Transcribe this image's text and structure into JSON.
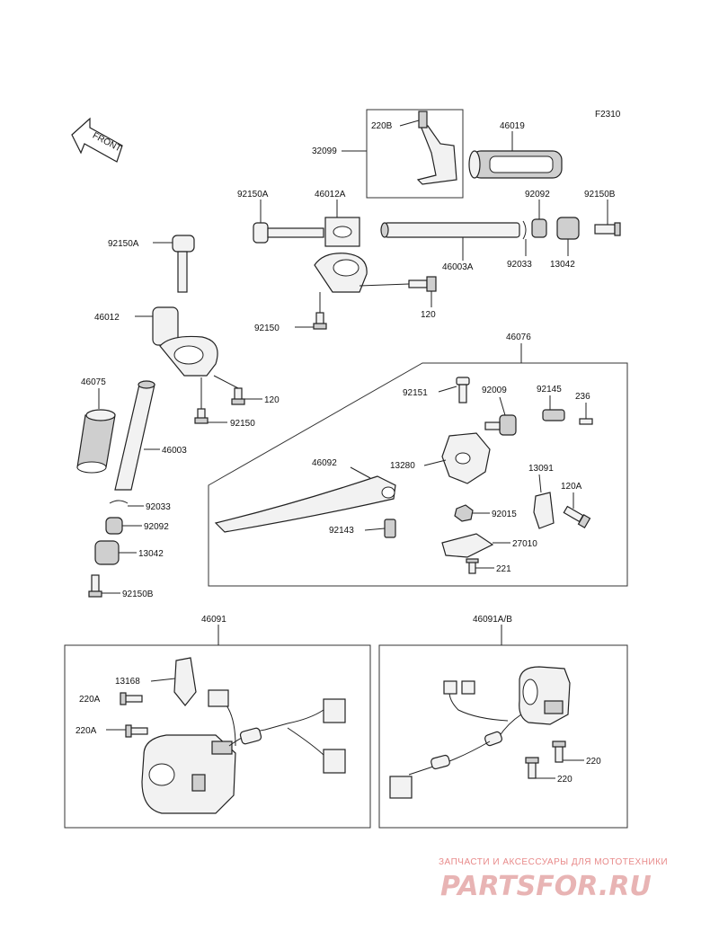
{
  "figure_code": "F2310",
  "front_label": "FRONT",
  "labels": {
    "p220B": "220B",
    "p32099": "32099",
    "p46019": "46019",
    "p92150A_top": "92150A",
    "p46012A": "46012A",
    "p92092_top": "92092",
    "p92150B_top": "92150B",
    "p92033_top": "92033",
    "p13042_top": "13042",
    "p46003A": "46003A",
    "p120_top": "120",
    "p92150_top": "92150",
    "p92150A_left": "92150A",
    "p46012": "46012",
    "p120_left": "120",
    "p92150_left": "92150",
    "p46075": "46075",
    "p46003": "46003",
    "p92033_left": "92033",
    "p92092_left": "92092",
    "p13042_left": "13042",
    "p92150B_left": "92150B",
    "p46076": "46076",
    "p92151": "92151",
    "p92009": "92009",
    "p92145": "92145",
    "p236": "236",
    "p46092": "46092",
    "p13280": "13280",
    "p13091": "13091",
    "p120A": "120A",
    "p92015": "92015",
    "p92143": "92143",
    "p27010": "27010",
    "p221": "221",
    "p46091": "46091",
    "p46091AB": "46091A/B",
    "p13168": "13168",
    "p220A_1": "220A",
    "p220A_2": "220A",
    "p220_1": "220",
    "p220_2": "220"
  },
  "watermark": {
    "tagline": "ЗАПЧАСТИ И АКСЕССУАРЫ ДЛЯ МОТОТЕХНИКИ",
    "logo": "PARTSFOR.RU"
  }
}
